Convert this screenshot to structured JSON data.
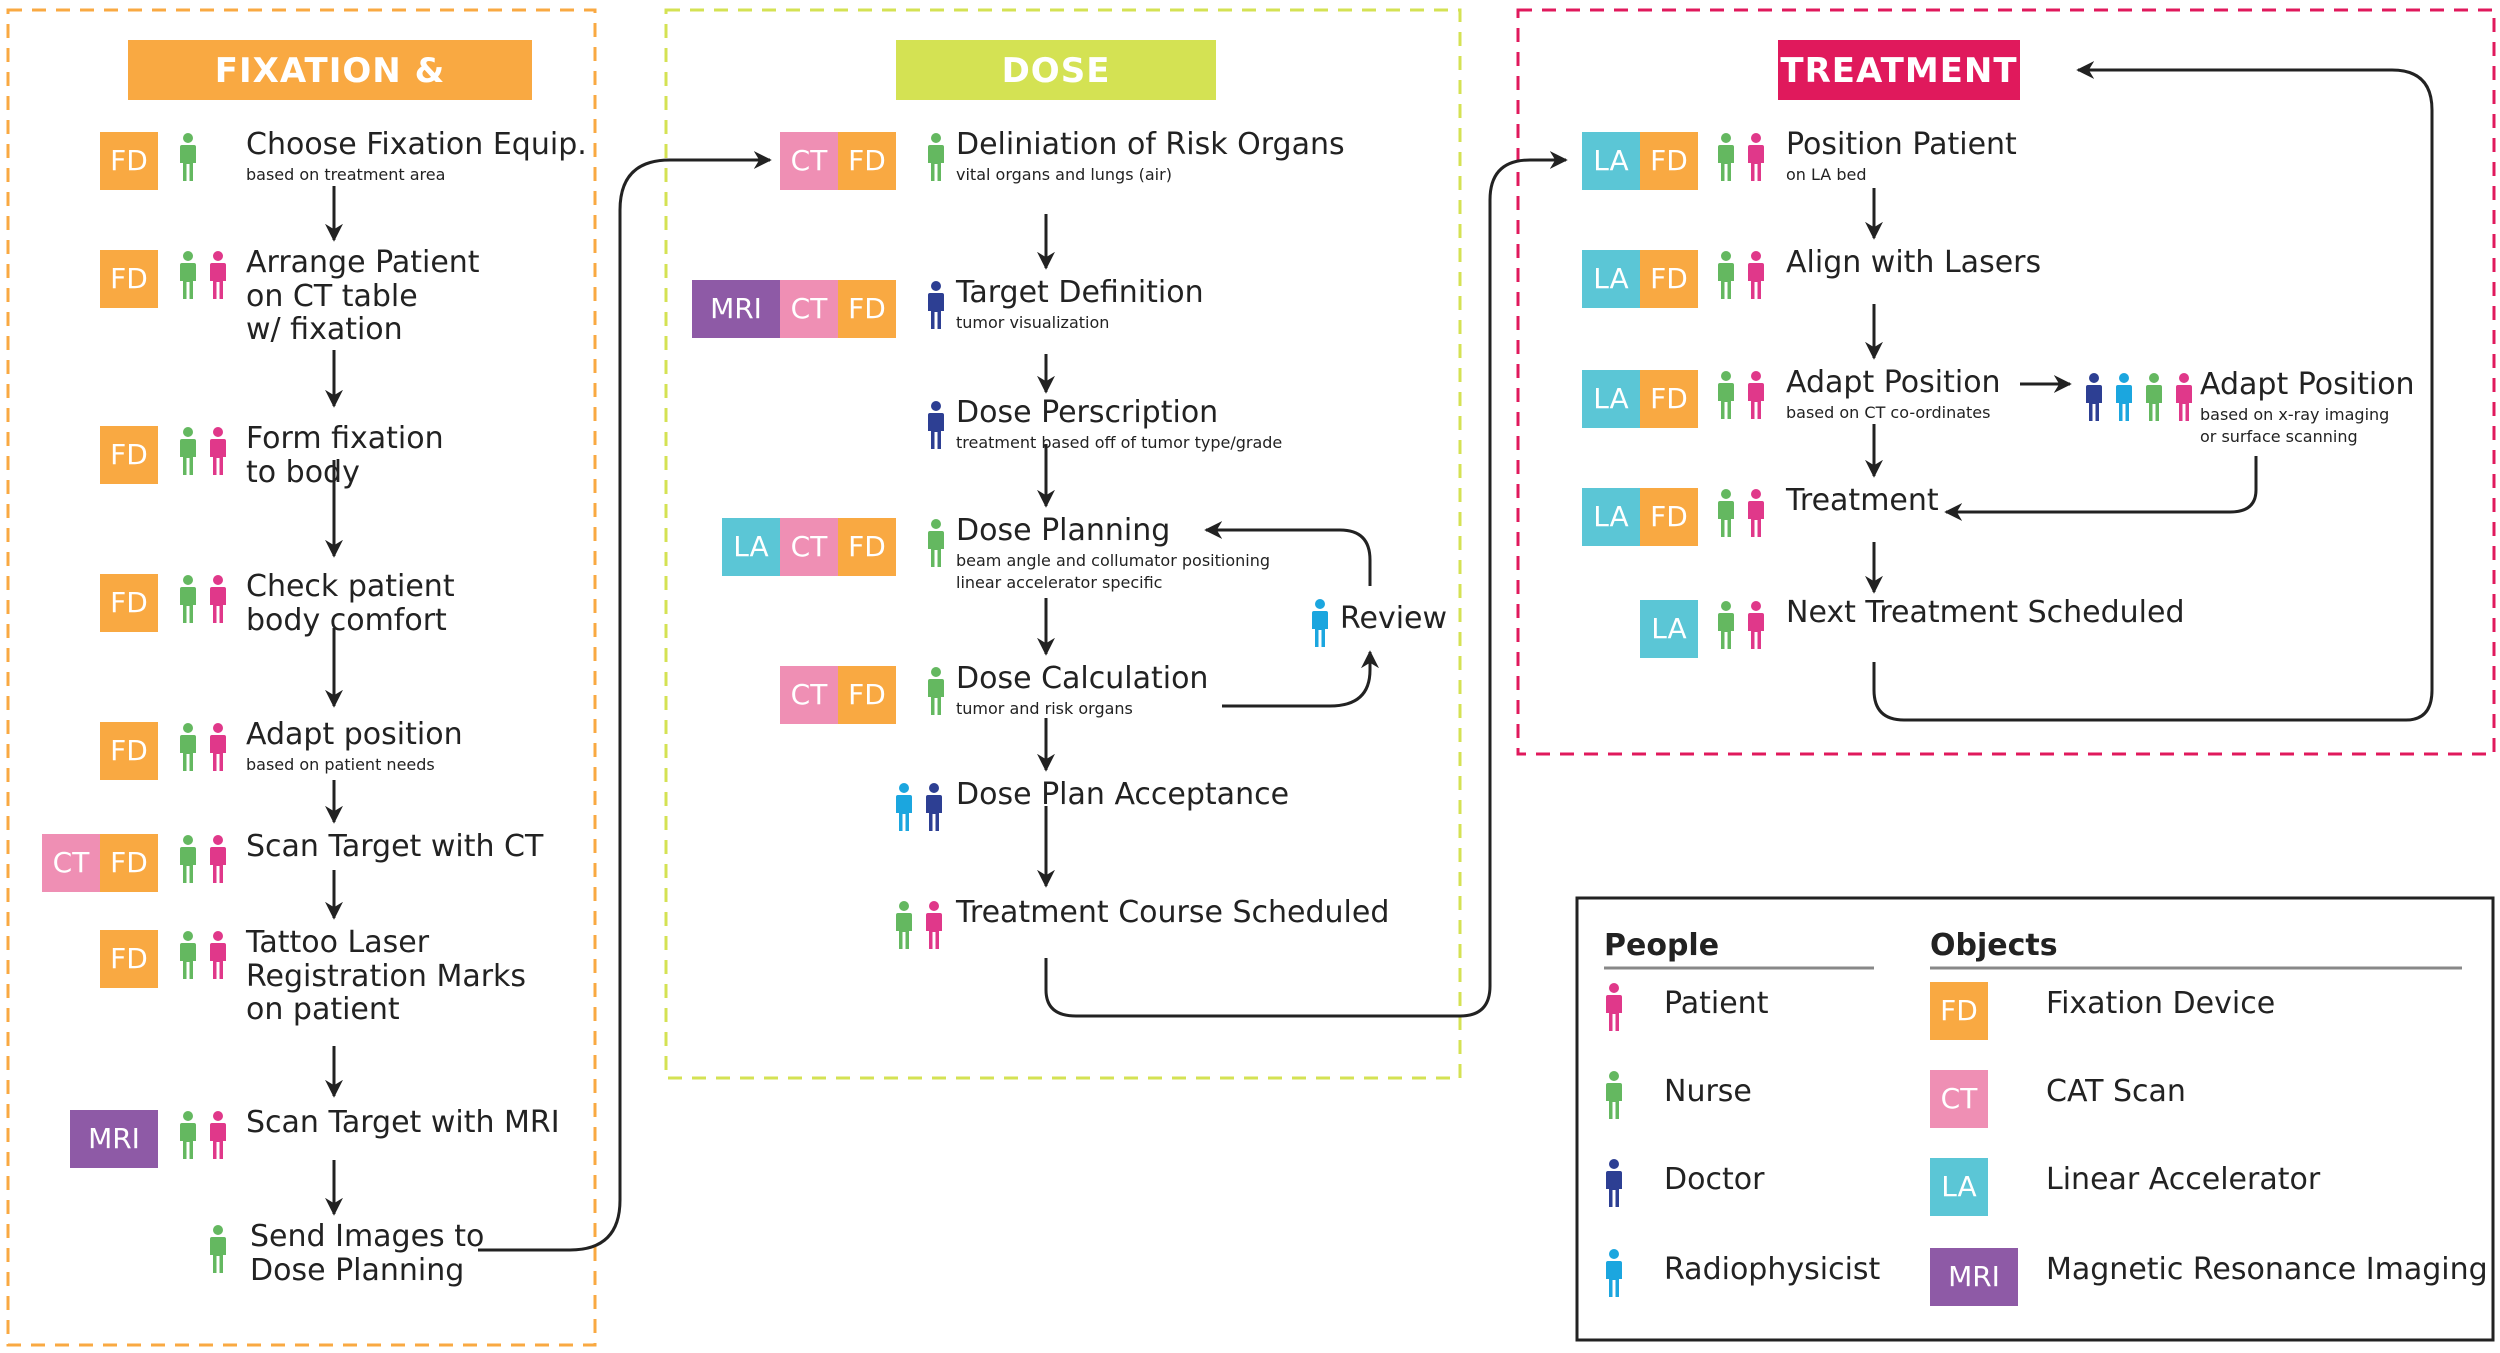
{
  "colors": {
    "fixation": "#f9a942",
    "dose": "#d4e253",
    "treatment": "#e0195c",
    "FD": "#f9a942",
    "CT": "#ef8fb4",
    "LA": "#5bc6d6",
    "MRI": "#8e5aa6",
    "patient": "#e0388a",
    "nurse": "#64b860",
    "doctor": "#2d3f93",
    "radiophysicist": "#1ba6df"
  },
  "icons": {
    "person": "person-icon",
    "arrow": "arrow-down-icon"
  },
  "sections": {
    "fixation": {
      "title": "FIXATION & IMAGING"
    },
    "dose": {
      "title": "DOSE PLANNING"
    },
    "treatment": {
      "title": "TREATMENT"
    }
  },
  "badge_labels": {
    "FD": "FD",
    "CT": "CT",
    "LA": "LA",
    "MRI": "MRI"
  },
  "fixation_steps": [
    {
      "text": "Choose Fixation Equip.",
      "sub": "based on treatment area",
      "objects": [
        "FD"
      ],
      "people": [
        "nurse"
      ]
    },
    {
      "text": "Arrange Patient\non CT table\nw/ fixation",
      "sub": "",
      "objects": [
        "FD"
      ],
      "people": [
        "nurse",
        "patient"
      ]
    },
    {
      "text": "Form fixation\nto body",
      "sub": "",
      "objects": [
        "FD"
      ],
      "people": [
        "nurse",
        "patient"
      ]
    },
    {
      "text": "Check patient\nbody comfort",
      "sub": "",
      "objects": [
        "FD"
      ],
      "people": [
        "nurse",
        "patient"
      ]
    },
    {
      "text": "Adapt position",
      "sub": "based on patient needs",
      "objects": [
        "FD"
      ],
      "people": [
        "nurse",
        "patient"
      ]
    },
    {
      "text": "Scan Target with CT",
      "sub": "",
      "objects": [
        "CT",
        "FD"
      ],
      "people": [
        "nurse",
        "patient"
      ]
    },
    {
      "text": "Tattoo Laser\nRegistration Marks\non patient",
      "sub": "",
      "objects": [
        "FD"
      ],
      "people": [
        "nurse",
        "patient"
      ]
    },
    {
      "text": "Scan Target with MRI",
      "sub": "",
      "objects": [
        "MRI"
      ],
      "people": [
        "nurse",
        "patient"
      ]
    },
    {
      "text": "Send Images to\nDose Planning",
      "sub": "",
      "objects": [],
      "people": [
        "nurse"
      ]
    }
  ],
  "dose_steps": [
    {
      "text": "Deliniation of Risk Organs",
      "sub": "vital organs and lungs (air)",
      "objects": [
        "CT",
        "FD"
      ],
      "people": [
        "nurse"
      ]
    },
    {
      "text": "Target Definition",
      "sub": "tumor visualization",
      "objects": [
        "MRI",
        "CT",
        "FD"
      ],
      "people": [
        "doctor"
      ]
    },
    {
      "text": "Dose Perscription",
      "sub": "treatment based off of tumor type/grade",
      "objects": [],
      "people": [
        "doctor"
      ]
    },
    {
      "text": "Dose Planning",
      "sub": "beam angle and collumator positioning\nlinear accelerator specific",
      "objects": [
        "LA",
        "CT",
        "FD"
      ],
      "people": [
        "nurse"
      ]
    },
    {
      "text": "Dose Calculation",
      "sub": "tumor and risk organs",
      "objects": [
        "CT",
        "FD"
      ],
      "people": [
        "nurse"
      ]
    },
    {
      "text": "Dose Plan Acceptance",
      "sub": "",
      "objects": [],
      "people": [
        "radiophysicist",
        "doctor"
      ]
    },
    {
      "text": "Treatment Course Scheduled",
      "sub": "",
      "objects": [],
      "people": [
        "nurse",
        "patient"
      ]
    }
  ],
  "review": {
    "text": "Review",
    "people": [
      "radiophysicist"
    ]
  },
  "treatment_steps": [
    {
      "text": "Position Patient",
      "sub": "on LA bed",
      "objects": [
        "LA",
        "FD"
      ],
      "people": [
        "nurse",
        "patient"
      ]
    },
    {
      "text": "Align with Lasers",
      "sub": "",
      "objects": [
        "LA",
        "FD"
      ],
      "people": [
        "nurse",
        "patient"
      ]
    },
    {
      "text": "Adapt Position",
      "sub": "based on CT co-ordinates",
      "objects": [
        "LA",
        "FD"
      ],
      "people": [
        "nurse",
        "patient"
      ]
    },
    {
      "text": "Treatment",
      "sub": "",
      "objects": [
        "LA",
        "FD"
      ],
      "people": [
        "nurse",
        "patient"
      ]
    },
    {
      "text": "Next Treatment Scheduled",
      "sub": "",
      "objects": [
        "LA"
      ],
      "people": [
        "nurse",
        "patient"
      ]
    }
  ],
  "adapt_alt": {
    "text": "Adapt Position",
    "sub": "based on x-ray imaging\nor surface scanning",
    "people": [
      "doctor",
      "radiophysicist",
      "nurse",
      "patient"
    ]
  },
  "legend": {
    "people_title": "People",
    "objects_title": "Objects",
    "people": [
      {
        "role": "patient",
        "label": "Patient"
      },
      {
        "role": "nurse",
        "label": "Nurse"
      },
      {
        "role": "doctor",
        "label": "Doctor"
      },
      {
        "role": "radiophysicist",
        "label": "Radiophysicist"
      }
    ],
    "objects": [
      {
        "code": "FD",
        "label": "Fixation Device"
      },
      {
        "code": "CT",
        "label": "CAT Scan"
      },
      {
        "code": "LA",
        "label": "Linear Accelerator"
      },
      {
        "code": "MRI",
        "label": "Magnetic Resonance Imaging"
      }
    ]
  }
}
